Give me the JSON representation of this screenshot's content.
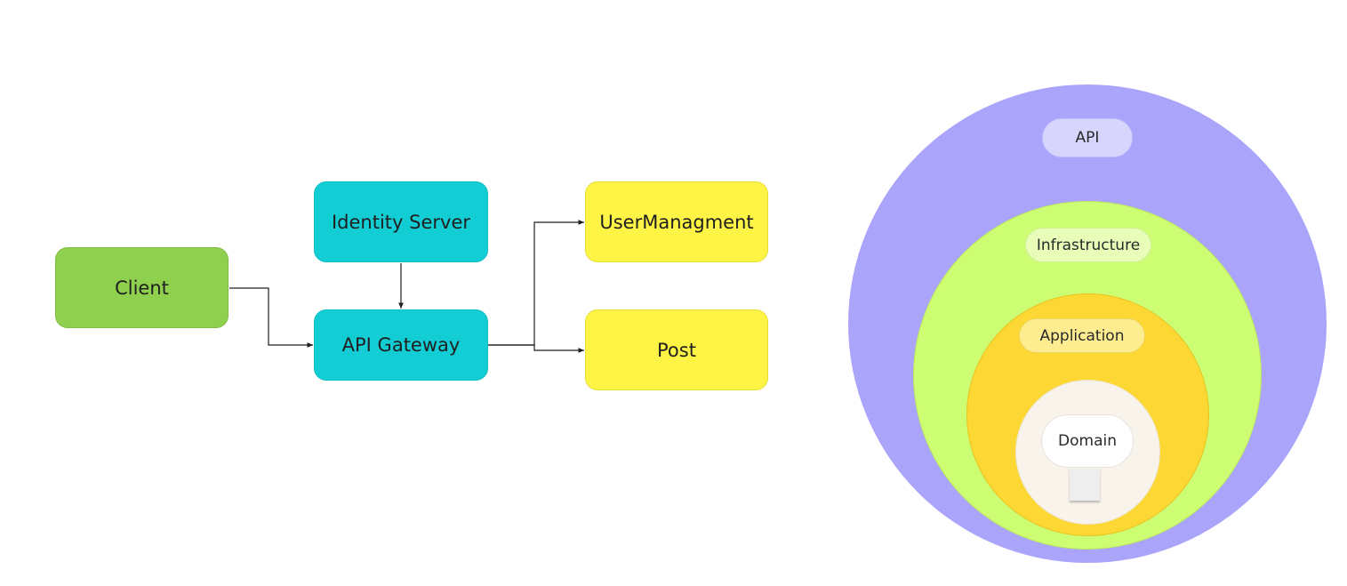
{
  "flow": {
    "nodes": {
      "client": "Client",
      "identity_server": "Identity Server",
      "api_gateway": "API Gateway",
      "user_managment": "UserManagment",
      "post": "Post"
    },
    "colors": {
      "client": "#8fd14f",
      "service": "#12cdd4",
      "module": "#fef445",
      "connector": "#1f1f1f"
    }
  },
  "layers": {
    "api": "API",
    "infrastructure": "Infrastructure",
    "application": "Application",
    "domain": "Domain",
    "colors": {
      "api": "#aba4fb",
      "infrastructure": "#cdfd73",
      "application": "#fdd834",
      "domain": "#f8f4ec"
    }
  }
}
